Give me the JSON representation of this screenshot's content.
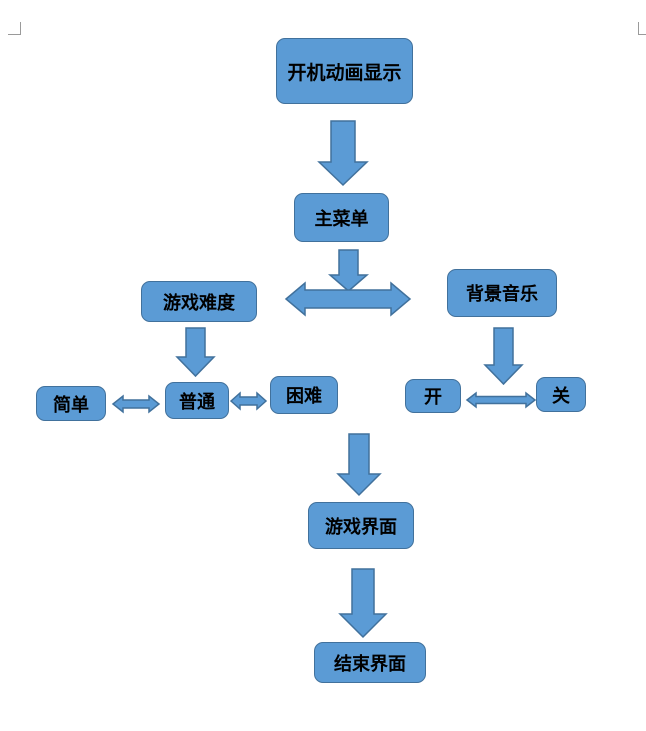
{
  "diagram": {
    "colors": {
      "node_fill": "#5b9bd5",
      "node_border": "#41719c",
      "text": "#000000"
    },
    "nodes": {
      "boot": "开机动画显示",
      "main_menu": "主菜单",
      "difficulty": "游戏难度",
      "music": "背景音乐",
      "easy": "简单",
      "normal": "普通",
      "hard": "困难",
      "music_on": "开",
      "music_off": "关",
      "game": "游戏界面",
      "end": "结束界面"
    }
  }
}
